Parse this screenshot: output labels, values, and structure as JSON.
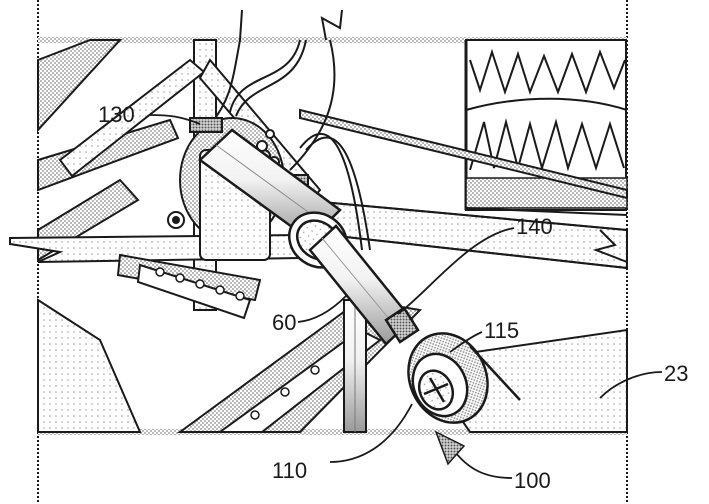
{
  "figure": {
    "labels": {
      "ref_130": "130",
      "ref_140": "140",
      "ref_60": "60",
      "ref_115": "115",
      "ref_23": "23",
      "ref_110": "110",
      "ref_100": "100"
    },
    "colors": {
      "ink": "#1a1a1a",
      "stipple": "#8a8a8a",
      "background": "#ffffff"
    }
  }
}
